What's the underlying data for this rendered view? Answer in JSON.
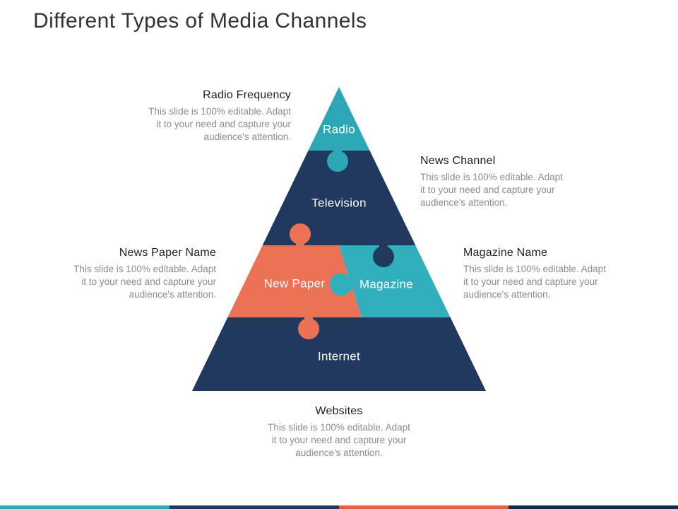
{
  "slide": {
    "title": "Different Types of Media Channels"
  },
  "colors": {
    "teal": "#2EA7B5",
    "teal_light": "#31AFBD",
    "navy": "#20395C",
    "orange": "#EC7256",
    "stripe_teal": "#2EA7B5",
    "stripe_navy": "#1F3A5E",
    "stripe_orange": "#E2604A",
    "stripe_dark_navy": "#152A4D",
    "label_text": "#FFFFFF"
  },
  "pyramid": {
    "levels": [
      {
        "label": "Radio"
      },
      {
        "label": "Television"
      },
      {
        "label": "New Paper"
      },
      {
        "label": "Magazine"
      },
      {
        "label": "Internet"
      }
    ]
  },
  "notes": {
    "body": "This slide is 100% editable. Adapt\nit to your need and capture your\naudience's attention.",
    "radio": {
      "heading": "Radio Frequency"
    },
    "news_channel": {
      "heading": "News Channel"
    },
    "news_paper": {
      "heading": "News Paper Name"
    },
    "magazine": {
      "heading": "Magazine Name"
    },
    "websites": {
      "heading": "Websites"
    }
  }
}
